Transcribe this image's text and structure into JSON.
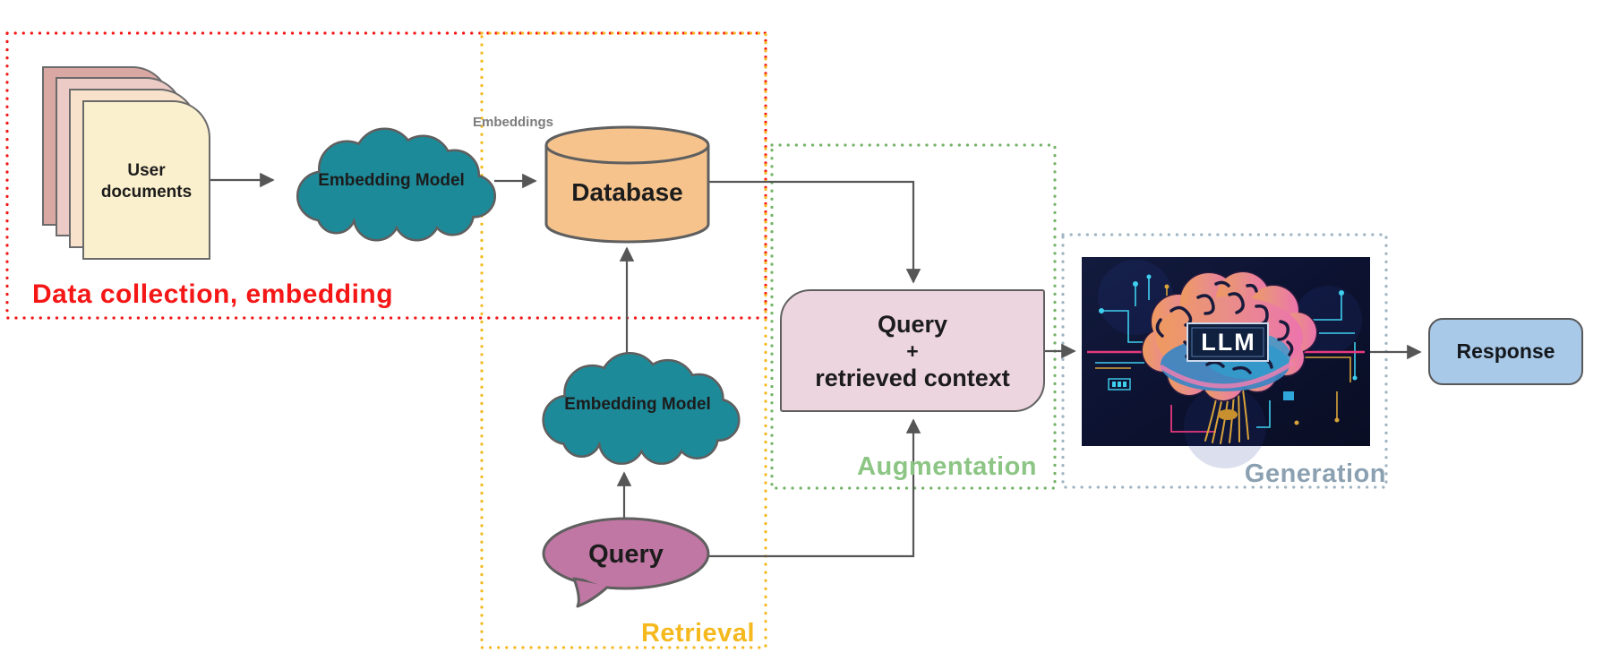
{
  "sections": {
    "data_collection": {
      "label": "Data collection, embedding",
      "color": "#f51616"
    },
    "retrieval": {
      "label": "Retrieval",
      "color": "#f5b91e"
    },
    "augmentation": {
      "label": "Augmentation",
      "color": "#8cc584"
    },
    "generation": {
      "label": "Generation",
      "color": "#8ba1b2"
    }
  },
  "nodes": {
    "user_documents": {
      "label": "User documents",
      "fill": "#fbf0cd"
    },
    "embedding_model_top": {
      "label": "Embedding Model",
      "fill": "#1d8a99"
    },
    "database": {
      "label": "Database",
      "fill": "#f6c38d"
    },
    "embedding_model_bottom": {
      "label": "Embedding Model",
      "fill": "#1d8a99"
    },
    "query": {
      "label": "Query",
      "fill": "#c177a4"
    },
    "augmented_query": {
      "lines": [
        "Query",
        "+",
        "retrieved context"
      ],
      "fill": "#edd5e0"
    },
    "llm": {
      "label": "LLM"
    },
    "response": {
      "label": "Response",
      "fill": "#a9c9e8"
    }
  },
  "captions": {
    "embeddings": "Embeddings"
  },
  "connector_color": "#565656"
}
